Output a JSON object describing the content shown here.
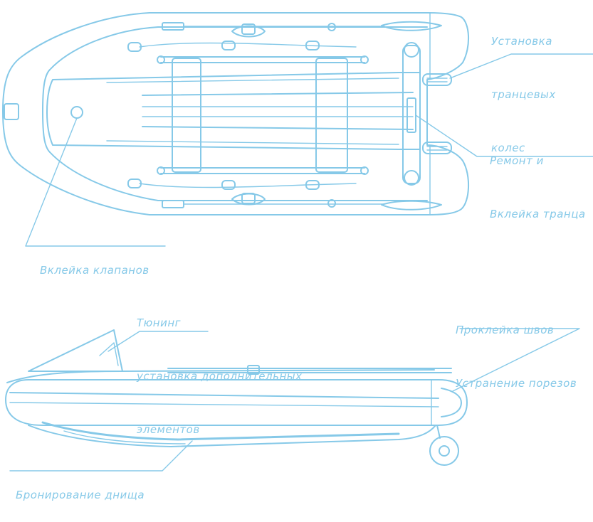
{
  "colors": {
    "line": "#86c9e8",
    "fill_light": "#e8f5fb",
    "background": "#ffffff"
  },
  "labels": {
    "transom_wheels": [
      "Установка",
      "транцевых",
      "колес"
    ],
    "repair": [
      "Ремонт и",
      "Вклейка транца"
    ],
    "valves": "Вклейка клапанов",
    "tuning": [
      "Тюнинг",
      "установка дополнительных",
      "элементов"
    ],
    "seams": [
      "Проклейка швов",
      "Устранение порезов"
    ],
    "bottom": "Бронирование днища"
  }
}
